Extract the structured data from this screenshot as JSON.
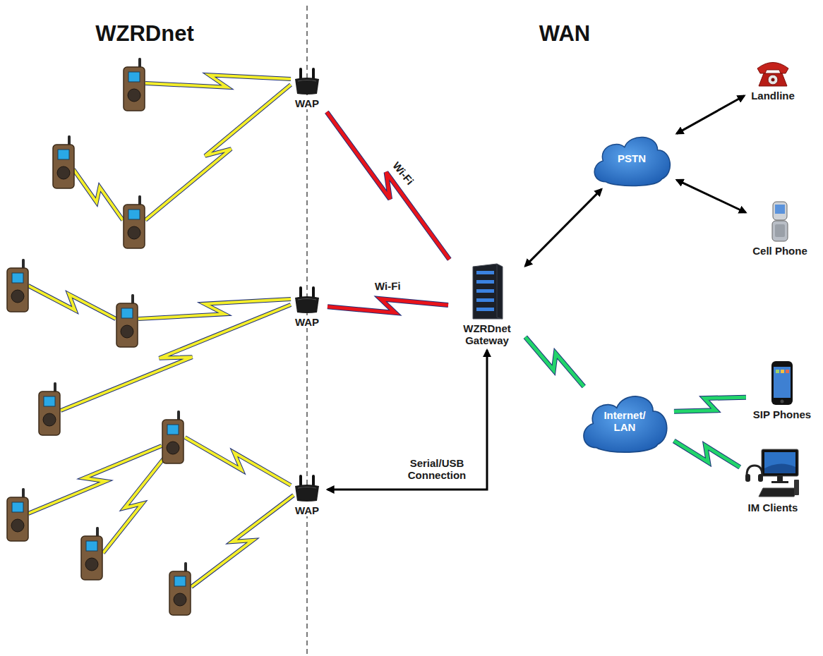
{
  "diagram": {
    "nodes": [
      {
        "text": [
          "WAP"
        ]
      },
      {
        "text": [
          "WAP"
        ]
      },
      {
        "text": [
          "WAP"
        ]
      },
      {
        "text": [
          "WZRDnet Gateway"
        ]
      },
      {
        "text": [
          "PSTN"
        ]
      },
      {
        "text": [
          "Landline"
        ]
      },
      {
        "text": [
          "Cell Phone"
        ]
      },
      {
        "text": [
          "Internet/ LAN"
        ]
      },
      {
        "text": [
          "SIP Phones"
        ]
      },
      {
        "text": [
          "IM Clients"
        ]
      }
    ],
    "edges": [
      {
        "from": 0,
        "to": 3,
        "arrow": "none",
        "label": "Wi-Fi"
      },
      {
        "from": 1,
        "to": 3,
        "arrow": "none",
        "label": "Wi-Fi"
      },
      {
        "from": 3,
        "to": 2,
        "arrow": "both",
        "label": "Serial/USB Connection"
      },
      {
        "from": 3,
        "to": 4,
        "arrow": "both"
      },
      {
        "from": 4,
        "to": 5,
        "arrow": "both"
      },
      {
        "from": 4,
        "to": 6,
        "arrow": "both"
      },
      {
        "from": 3,
        "to": 7,
        "arrow": "none"
      },
      {
        "from": 7,
        "to": 8,
        "arrow": "none"
      },
      {
        "from": 7,
        "to": 9,
        "arrow": "none"
      }
    ],
    "labels": [
      "WZRDnet",
      "WAN"
    ]
  }
}
